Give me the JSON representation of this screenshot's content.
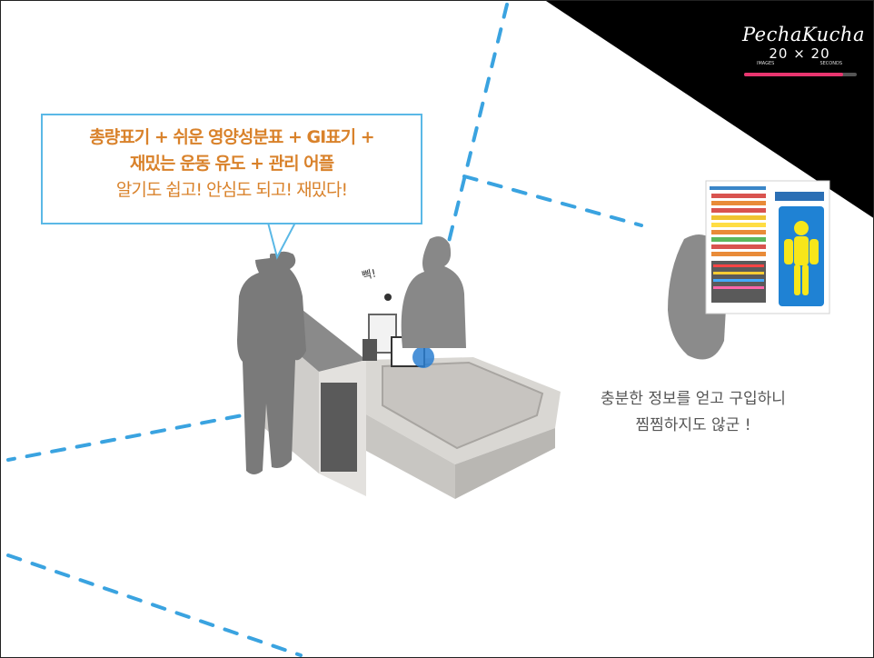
{
  "brand": {
    "logo": "PechaKucha",
    "count": "20 × 20",
    "left_sub": "IMAGES",
    "right_sub": "SECONDS",
    "accent_color": "#e8356f",
    "progress": 0.88
  },
  "speech": {
    "line1": "총량표기 + 쉬운 영양성분표 + GI표기 +",
    "line2": "재밌는 운동 유도  + 관리 어플",
    "line3": "알기도 쉽고! 안심도 되고! 재밌다!",
    "border_color": "#5ab8e6",
    "text_color": "#d9822b"
  },
  "scene": {
    "beep_text": "삑!",
    "caption_line1": "충분한 정보를 얻고 구입하니",
    "caption_line2": "찜찜하지도 않군 !"
  },
  "icons": {
    "logo": "pechakucha-logo",
    "scanner": "scanner-light",
    "body_figure": "yellow-body-icon"
  }
}
